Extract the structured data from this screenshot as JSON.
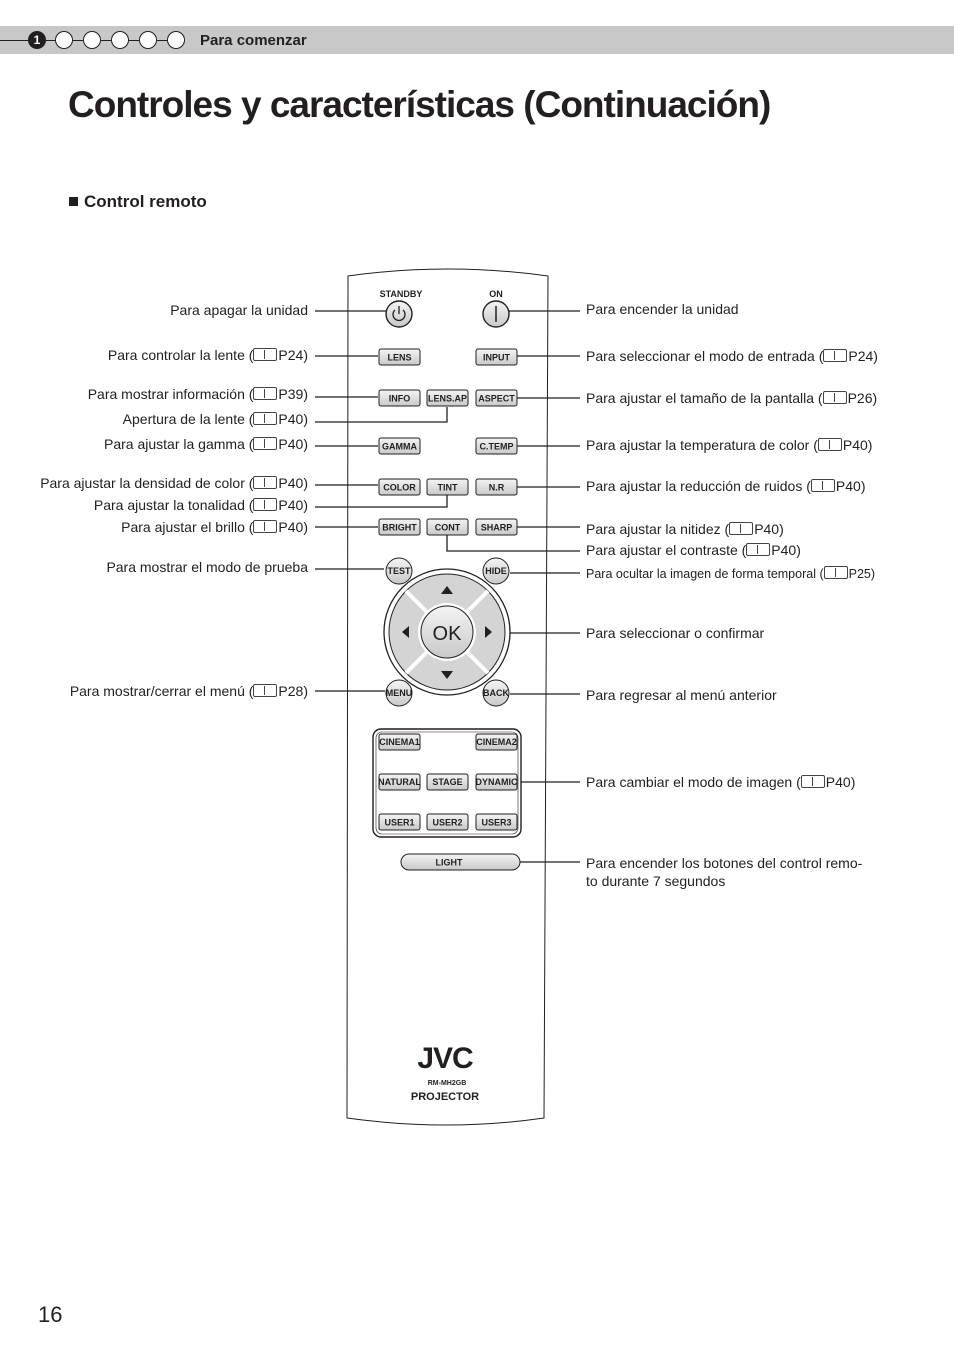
{
  "header": {
    "chapter_number": "1",
    "section": "Para comenzar"
  },
  "title": "Controles y características (Continuación)",
  "subheading": "Control remoto",
  "page_number": "16",
  "remote": {
    "standby": "STANDBY",
    "on": "ON",
    "lens": "LENS",
    "input": "INPUT",
    "info": "INFO",
    "lens_ap": "LENS.AP",
    "aspect": "ASPECT",
    "gamma": "GAMMA",
    "ctemp": "C.TEMP",
    "color": "COLOR",
    "tint": "TINT",
    "nr": "N.R",
    "bright": "BRIGHT",
    "cont": "CONT",
    "sharp": "SHARP",
    "test": "TEST",
    "hide": "HIDE",
    "ok": "OK",
    "menu": "MENU",
    "back": "BACK",
    "cinema1": "CINEMA1",
    "cinema2": "CINEMA2",
    "natural": "NATURAL",
    "stage": "STAGE",
    "dynamic": "DYNAMIC",
    "user1": "USER1",
    "user2": "USER2",
    "user3": "USER3",
    "light": "LIGHT",
    "brand": "JVC",
    "model": "RM-MH2GB",
    "product": "PROJECTOR"
  },
  "labels_left": {
    "standby": "Para apagar la unidad",
    "lens_pre": "Para controlar la lente (",
    "lens_ref": "P24)",
    "info_pre": "Para mostrar información (",
    "info_ref": "P39)",
    "lensap_pre": "Apertura de la lente (",
    "lensap_ref": "P40)",
    "gamma_pre": "Para ajustar la gamma (",
    "gamma_ref": "P40)",
    "color_pre": "Para ajustar la densidad de color (",
    "color_ref": "P40)",
    "tint_pre": "Para ajustar la tonalidad (",
    "tint_ref": "P40)",
    "bright_pre": "Para ajustar el brillo (",
    "bright_ref": "P40)",
    "test": "Para mostrar el modo de prueba",
    "menu_pre": "Para mostrar/cerrar el menú (",
    "menu_ref": "P28)"
  },
  "labels_right": {
    "on": "Para encender la unidad",
    "input_pre": "Para seleccionar el modo de entrada (",
    "input_ref": "P24)",
    "aspect_pre": "Para ajustar el tamaño de la pantalla (",
    "aspect_ref": "P26)",
    "ctemp_pre": "Para ajustar la temperatura de color (",
    "ctemp_ref": "P40)",
    "nr_pre": "Para ajustar la reducción de ruidos (",
    "nr_ref": "P40)",
    "sharp_pre": "Para ajustar la nitidez (",
    "sharp_ref": "P40)",
    "cont_pre": "Para ajustar el contraste (",
    "cont_ref": "P40)",
    "hide_pre": "Para ocultar la imagen de forma temporal (",
    "hide_ref": "P25)",
    "ok": "Para seleccionar o confirmar",
    "back": "Para regresar al menú anterior",
    "picture_pre": "Para cambiar el modo de imagen (",
    "picture_ref": "P40)",
    "light_line1": "Para encender los botones del control remo-",
    "light_line2": "to durante 7 segundos"
  }
}
